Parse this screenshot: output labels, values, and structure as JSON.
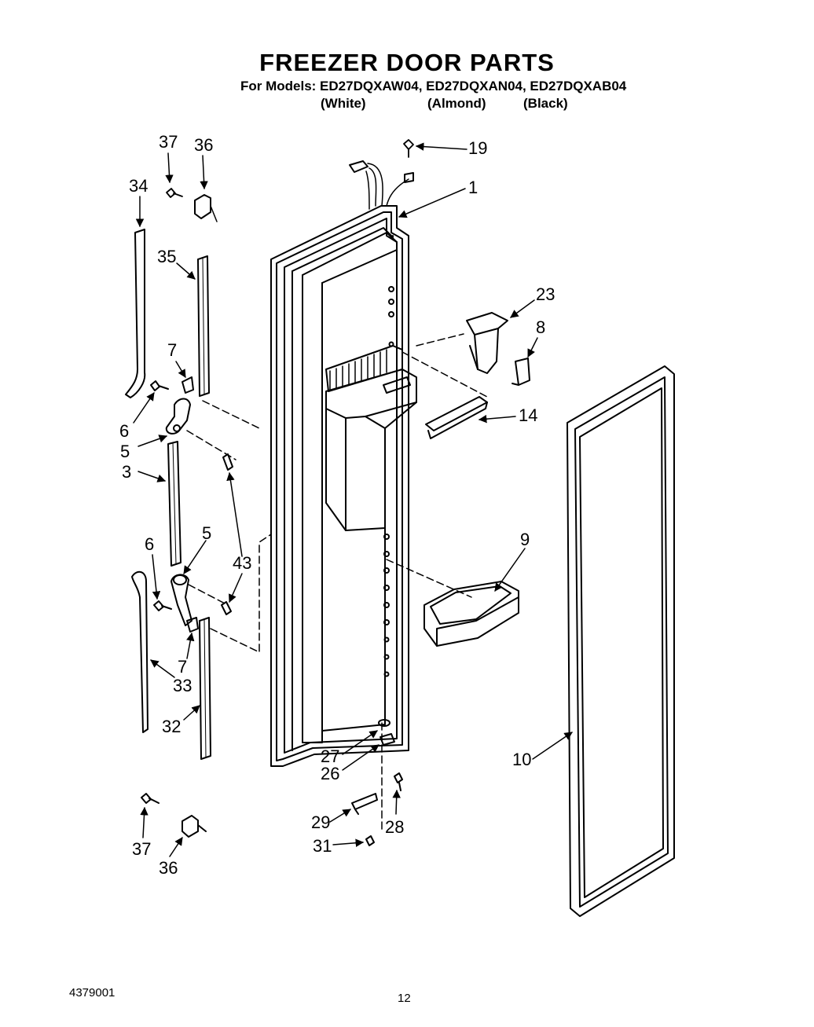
{
  "header": {
    "title": "FREEZER DOOR PARTS",
    "models_line": "For Models: ED27DQXAW04, ED27DQXAN04, ED27DQXAB04",
    "variants": [
      "(White)",
      "(Almond)",
      "(Black)"
    ]
  },
  "callouts": [
    "37",
    "36",
    "34",
    "35",
    "7",
    "6",
    "5",
    "3",
    "6",
    "5",
    "43",
    "7",
    "33",
    "32",
    "37",
    "36",
    "19",
    "1",
    "23",
    "8",
    "14",
    "9",
    "10",
    "27",
    "26",
    "28",
    "29",
    "31"
  ],
  "footer": {
    "doc_number": "4379001",
    "page_number": "12"
  }
}
